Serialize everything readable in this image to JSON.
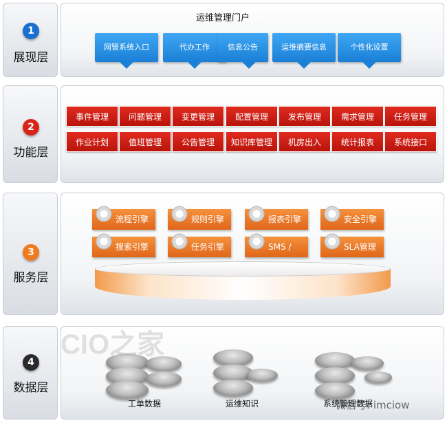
{
  "layers": [
    {
      "num": "1",
      "name": "展现层",
      "color": "#1a6fd1"
    },
    {
      "num": "2",
      "name": "功能层",
      "color": "#d92318"
    },
    {
      "num": "3",
      "name": "服务层",
      "color": "#f07a1e"
    },
    {
      "num": "4",
      "name": "数据层",
      "color": "#2a2a2a"
    }
  ],
  "presentation": {
    "title": "运维管理门户",
    "tabs": [
      "网管系统入口",
      "代办工作",
      "信息公告",
      "运维摘要信息",
      "个性化设置"
    ]
  },
  "functions": {
    "row1": [
      "事件管理",
      "问题管理",
      "变更管理",
      "配置管理",
      "发布管理",
      "需求管理",
      "任务管理"
    ],
    "row2": [
      "作业计划",
      "值班管理",
      "公告管理",
      "知识库管理",
      "机房出入",
      "统计报表",
      "系统接口"
    ]
  },
  "services": {
    "engines": [
      "流程引擎",
      "规则引擎",
      "报表引擎",
      "安全引擎",
      "搜索引擎",
      "任务引擎",
      "SMS / Mail",
      "SLA管理器"
    ]
  },
  "data": {
    "stores": [
      "工单数据",
      "运维知识",
      "系统管理数据"
    ]
  },
  "watermarks": {
    "cio": "CIO之家",
    "wechat": "微信号: imciow"
  }
}
